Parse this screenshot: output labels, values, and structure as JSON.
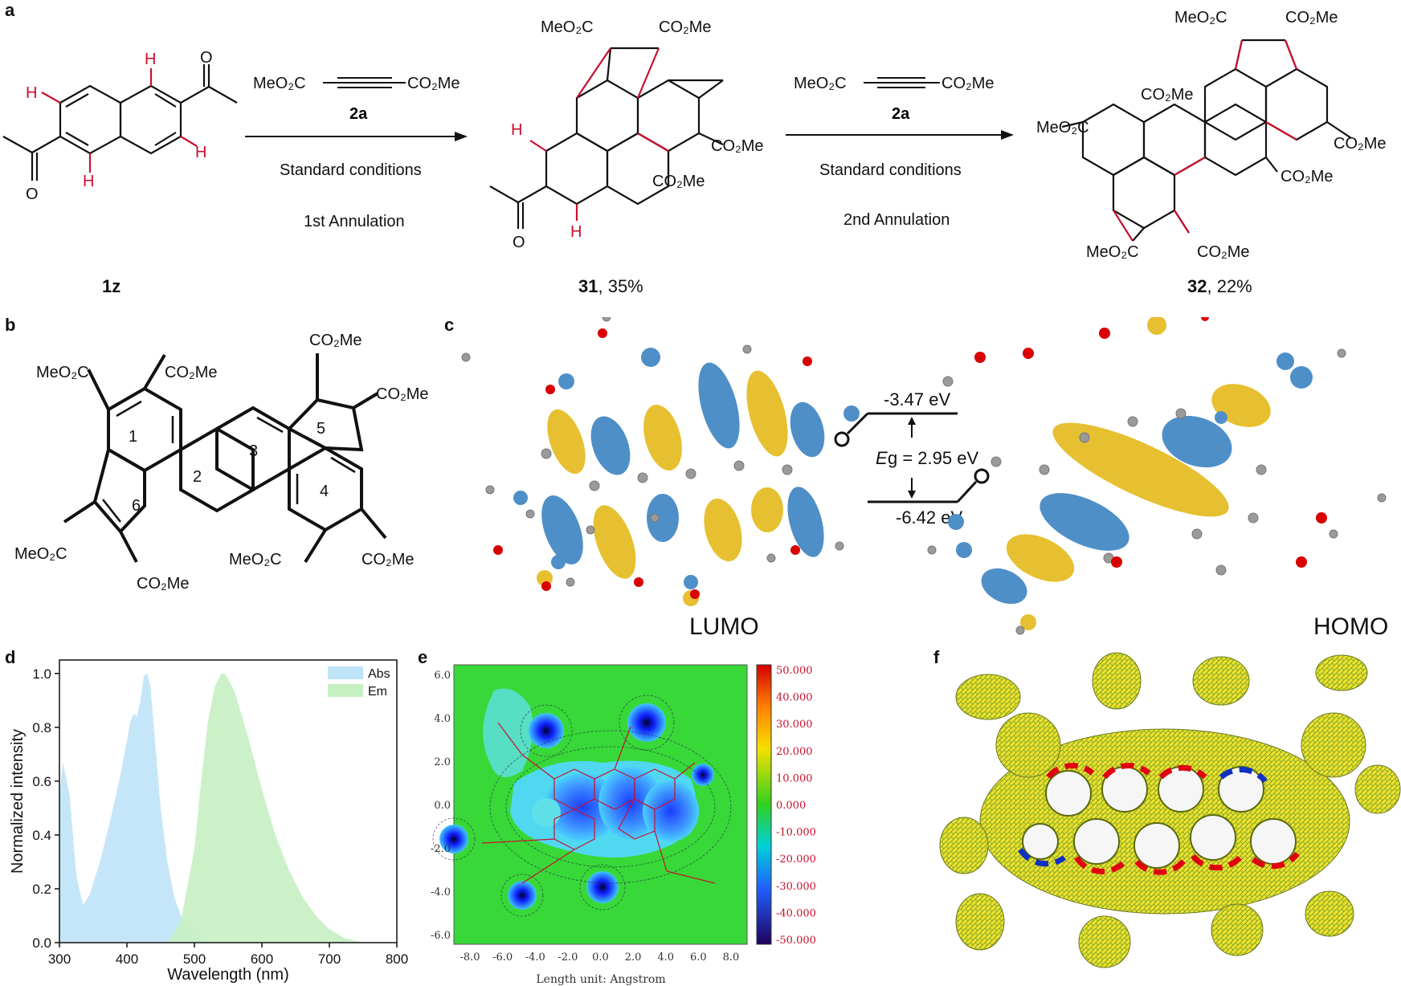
{
  "panel_a": {
    "label": "a",
    "reagent_left": "MeO₂C",
    "reagent_right": "CO₂Me",
    "reagent_id": "2a",
    "condition": "Standard conditions",
    "step1": "1st Annulation",
    "step2": "2nd Annulation",
    "cpd1": {
      "id": "1z",
      "yield": ""
    },
    "cpd31": {
      "id": "31",
      "yield": ", 35%"
    },
    "cpd32": {
      "id": "32",
      "yield": ", 22%"
    },
    "ester1": "MeO₂C",
    "ester2": "CO₂Me",
    "h": "H",
    "o": "O"
  },
  "panel_b": {
    "label": "b",
    "ring_numbers": [
      "1",
      "2",
      "3",
      "4",
      "5",
      "6"
    ],
    "ester_left": "MeO₂C",
    "ester_right": "CO₂Me"
  },
  "panel_c": {
    "label": "c",
    "lumo_energy": "-3.47 eV",
    "homo_energy": "-6.42 eV",
    "gap_prefix": "E",
    "gap_text": "g = 2.95 eV",
    "lumo_label": "LUMO",
    "homo_label": "HOMO"
  },
  "panel_d": {
    "label": "d",
    "chart_data": {
      "type": "area",
      "xlabel": "Wavelength (nm)",
      "ylabel": "Normalized intensity",
      "xlim": [
        300,
        800
      ],
      "ylim": [
        0,
        1.05
      ],
      "xticks": [
        "300",
        "400",
        "500",
        "600",
        "700",
        "800"
      ],
      "yticks": [
        "0.0",
        "0.2",
        "0.4",
        "0.6",
        "0.8",
        "1.0"
      ],
      "legend_position": "top-right",
      "series": [
        {
          "name": "Abs",
          "color": "#bfe3f7",
          "x": [
            300,
            305,
            315,
            325,
            335,
            345,
            360,
            375,
            390,
            400,
            405,
            410,
            415,
            420,
            425,
            430,
            435,
            440,
            450,
            460,
            470,
            480,
            490,
            500,
            510,
            520
          ],
          "y": [
            0.55,
            0.67,
            0.55,
            0.25,
            0.14,
            0.18,
            0.3,
            0.45,
            0.62,
            0.75,
            0.82,
            0.85,
            0.84,
            0.9,
            0.99,
            1.0,
            0.95,
            0.8,
            0.5,
            0.3,
            0.17,
            0.1,
            0.06,
            0.03,
            0.015,
            0.0
          ]
        },
        {
          "name": "Em",
          "color": "#c7f0c2",
          "x": [
            460,
            480,
            500,
            510,
            520,
            530,
            540,
            545,
            550,
            560,
            580,
            600,
            620,
            640,
            660,
            680,
            700,
            720,
            740,
            760
          ],
          "y": [
            0.0,
            0.08,
            0.35,
            0.6,
            0.82,
            0.95,
            1.0,
            1.0,
            0.98,
            0.93,
            0.76,
            0.57,
            0.4,
            0.27,
            0.17,
            0.1,
            0.05,
            0.02,
            0.005,
            0.0
          ]
        }
      ]
    }
  },
  "panel_e": {
    "label": "e",
    "xticks": [
      "-8.0",
      "-6.0",
      "-4.0",
      "-2.0",
      "0.0",
      "2.0",
      "4.0",
      "6.0",
      "8.0"
    ],
    "yticks": [
      "6.0",
      "4.0",
      "2.0",
      "0.0",
      "-2.0",
      "-4.0",
      "-6.0"
    ],
    "xlabel": "Length unit: Angstrom",
    "colorbar_ticks": [
      "50.000",
      "40.000",
      "30.000",
      "20.000",
      "10.000",
      "0.000",
      "-10.000",
      "-20.000",
      "-30.000",
      "-40.000",
      "-50.000"
    ]
  },
  "panel_f": {
    "label": "f"
  }
}
